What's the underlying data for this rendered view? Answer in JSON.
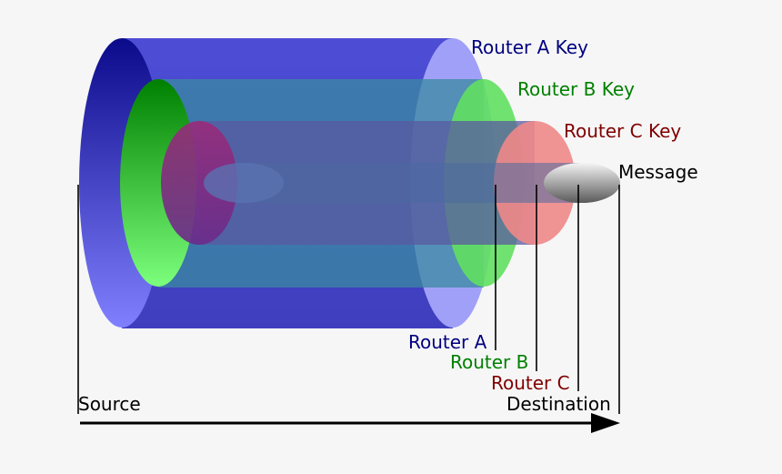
{
  "labels": {
    "router_a_key": "Router A Key",
    "router_b_key": "Router B Key",
    "router_c_key": "Router C Key",
    "message": "Message",
    "router_a": "Router A",
    "router_b": "Router B",
    "router_c": "Router C",
    "source": "Source",
    "destination": "Destination"
  },
  "colors": {
    "background": "#f6f6f6",
    "router_a": "#000080",
    "router_b": "#008000",
    "router_c": "#800000",
    "message": "#000000"
  }
}
